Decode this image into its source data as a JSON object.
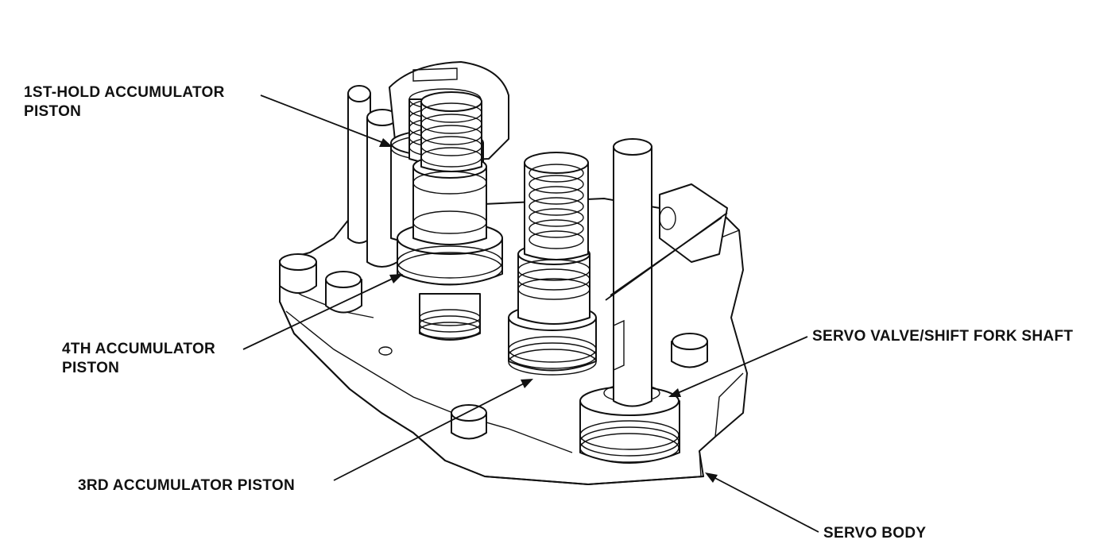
{
  "labels": {
    "first_hold_line1": "1ST-HOLD ACCUMULATOR",
    "first_hold_line2": "PISTON",
    "fourth_line1": "4TH ACCUMULATOR",
    "fourth_line2": "PISTON",
    "servo_valve": "SERVO VALVE/SHIFT FORK SHAFT",
    "third": "3RD ACCUMULATOR PISTON",
    "servo_body": "SERVO BODY"
  }
}
